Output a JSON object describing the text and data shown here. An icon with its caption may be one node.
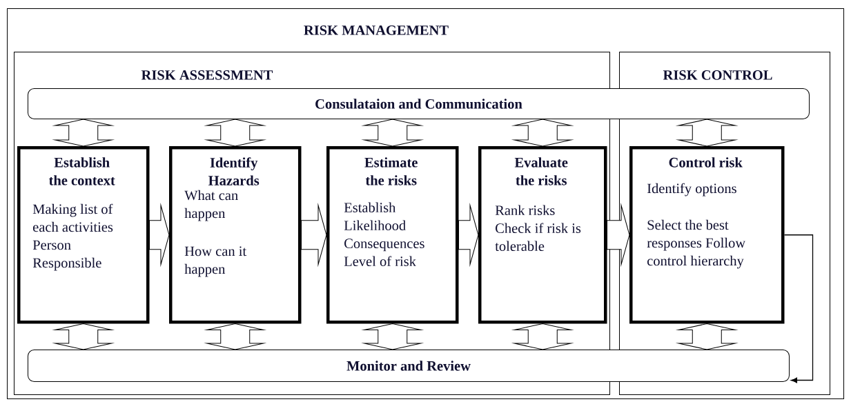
{
  "diagram": {
    "nodes": [
      {
        "text": [
          "RISK MANAGEMENT"
        ]
      },
      {
        "text": [
          "RISK ASSESSMENT"
        ],
        "in": 0
      },
      {
        "text": [
          "RISK CONTROL"
        ],
        "in": 0
      },
      {
        "text": [
          "Consulataion and Communication"
        ],
        "in": 0
      },
      {
        "text": [
          "Establish the context",
          "Making list of each activities Person Responsible"
        ],
        "in": 1
      },
      {
        "text": [
          "Identify Hazards",
          "What can happen",
          "How can it happen"
        ],
        "in": 1
      },
      {
        "text": [
          "Estimate the risks",
          "Establish Likelihood Consequences Level of risk"
        ],
        "in": 1
      },
      {
        "text": [
          "Evaluate the risks",
          "Rank risks Check if risk is tolerable"
        ],
        "in": 1
      },
      {
        "text": [
          "Control risk",
          "Identify options",
          "Select the best responses Follow control hierarchy"
        ],
        "in": 2
      },
      {
        "text": [
          "Monitor and Review"
        ],
        "in": 0
      }
    ],
    "edges": [
      {
        "from": 3,
        "to": 4,
        "arrow": "both",
        "style": "thick"
      },
      {
        "from": 3,
        "to": 5,
        "arrow": "both",
        "style": "thick"
      },
      {
        "from": 3,
        "to": 6,
        "arrow": "both",
        "style": "thick"
      },
      {
        "from": 3,
        "to": 7,
        "arrow": "both",
        "style": "thick"
      },
      {
        "from": 3,
        "to": 8,
        "arrow": "both",
        "style": "thick"
      },
      {
        "from": 4,
        "to": 5,
        "arrow": "to",
        "style": "thick"
      },
      {
        "from": 5,
        "to": 6,
        "arrow": "to",
        "style": "thick"
      },
      {
        "from": 6,
        "to": 7,
        "arrow": "to",
        "style": "thick"
      },
      {
        "from": 7,
        "to": 8,
        "arrow": "to",
        "style": "thick"
      },
      {
        "from": 4,
        "to": 9,
        "arrow": "both",
        "style": "thick"
      },
      {
        "from": 5,
        "to": 9,
        "arrow": "both",
        "style": "thick"
      },
      {
        "from": 6,
        "to": 9,
        "arrow": "both",
        "style": "thick"
      },
      {
        "from": 7,
        "to": 9,
        "arrow": "both",
        "style": "thick"
      },
      {
        "from": 8,
        "to": 9,
        "arrow": "both",
        "style": "thick"
      },
      {
        "from": 8,
        "to": 9,
        "arrow": "to"
      }
    ]
  }
}
